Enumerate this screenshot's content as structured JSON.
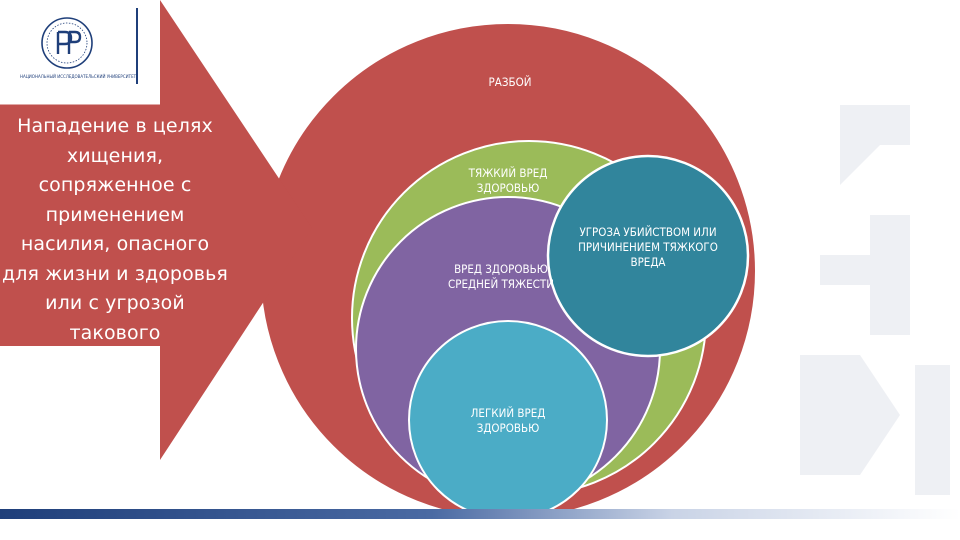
{
  "logo": {
    "subtitle": "НАЦИОНАЛЬНЫЙ ИССЛЕДОВАТЕЛЬСКИЙ УНИВЕРСИТЕТ"
  },
  "callout": {
    "text": "Нападение в целях хищения, сопряженное с применением насилия, опасного для жизни и здоровья или с угрозой такового",
    "color": "#c0504d"
  },
  "circles": {
    "razboy": {
      "label": "РАЗБОЙ",
      "color": "#c0504d"
    },
    "tyazhkiy": {
      "label": "ТЯЖКИЙ ВРЕД ЗДОРОВЬЮ",
      "color": "#9bbb59"
    },
    "sredney": {
      "label": "ВРЕД ЗДОРОВЬЮ СРЕДНЕЙ ТЯЖЕСТИ",
      "color": "#8064a2"
    },
    "legkiy": {
      "label": "ЛЕГКИЙ ВРЕД ЗДОРОВЬЮ",
      "color": "#4bacc6"
    },
    "ugroza": {
      "label": "УГРОЗА УБИЙСТВОМ ИЛИ ПРИЧИНЕНИЕМ ТЯЖКОГО ВРЕДА",
      "color": "#31859c"
    }
  }
}
